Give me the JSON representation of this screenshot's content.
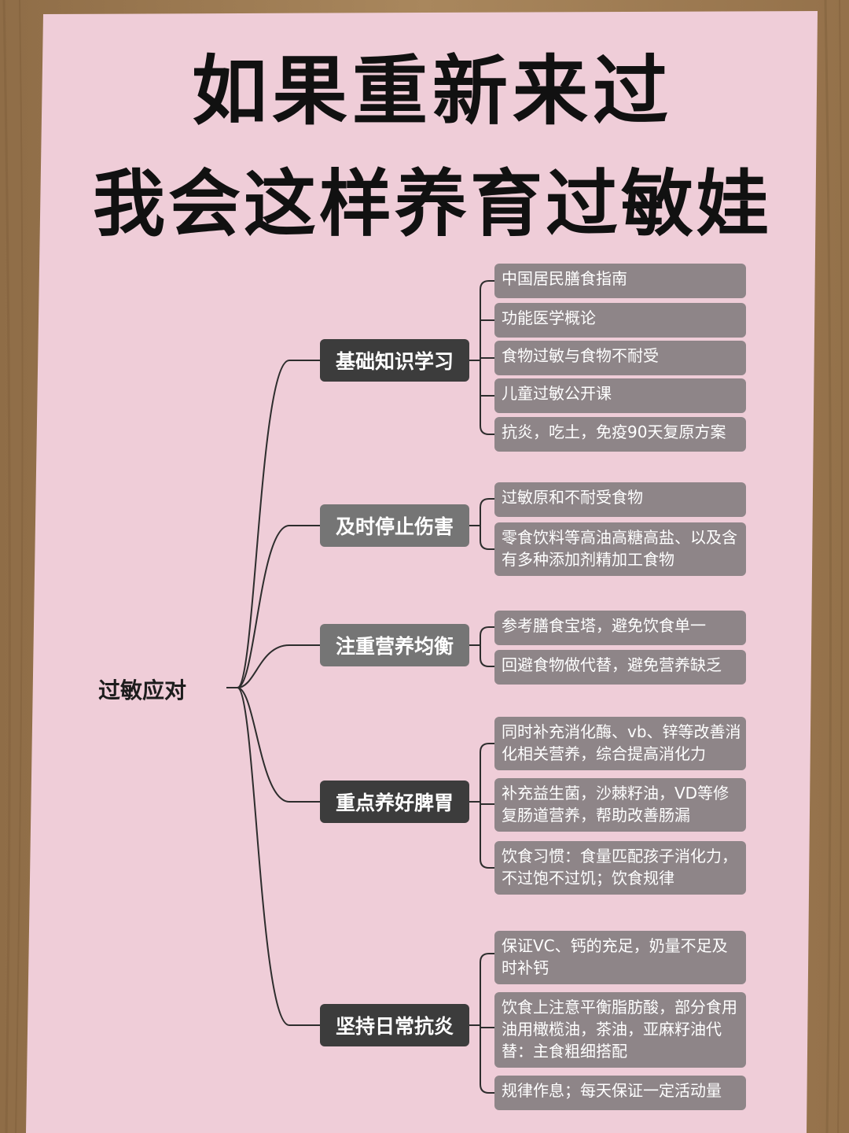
{
  "title": {
    "line1": "如果重新来过",
    "line2": "我会这样养育过敏娃"
  },
  "mindmap": {
    "root": "过敏应对",
    "branches": [
      {
        "label": "基础知识学习",
        "leaves": [
          "中国居民膳食指南",
          "功能医学概论",
          "食物过敏与食物不耐受",
          "儿童过敏公开课",
          "抗炎，吃土，免疫90天复原方案"
        ]
      },
      {
        "label": "及时停止伤害",
        "leaves": [
          "过敏原和不耐受食物",
          "零食饮料等高油高糖高盐、以及含有多种添加剂精加工食物"
        ]
      },
      {
        "label": "注重营养均衡",
        "leaves": [
          "参考膳食宝塔，避免饮食单一",
          "回避食物做代替，避免营养缺乏"
        ]
      },
      {
        "label": "重点养好脾胃",
        "leaves": [
          "同时补充消化酶、vb、锌等改善消化相关营养，综合提高消化力",
          "补充益生菌，沙棘籽油，VD等修复肠道营养，帮助改善肠漏",
          "饮食习惯：食量匹配孩子消化力，不过饱不过饥；饮食规律"
        ]
      },
      {
        "label": "坚持日常抗炎",
        "leaves": [
          "保证VC、钙的充足，奶量不足及时补钙",
          "饮食上注意平衡脂肪酸，部分食用油用橄榄油，茶油，亚麻籽油代替：主食粗细搭配",
          "规律作息；每天保证一定活动量"
        ]
      }
    ]
  }
}
